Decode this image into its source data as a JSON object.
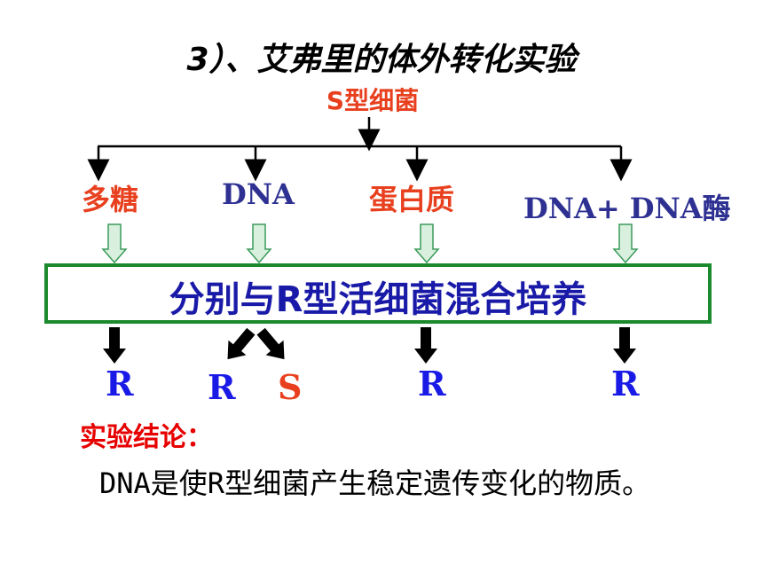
{
  "title": "3）、艾弗里的体外转化实验",
  "source": "S型细菌",
  "components": [
    {
      "label": "多糖",
      "color": "#e8401e"
    },
    {
      "label": "DNA",
      "color": "#2e3192"
    },
    {
      "label": "蛋白质",
      "color": "#e8401e"
    },
    {
      "label": "DNA+ DNA酶",
      "color": "#2e3192"
    }
  ],
  "process_box": {
    "label": "分别与R型活细菌混合培养",
    "border_color": "#1b8a2e",
    "text_color": "#1a1aa8"
  },
  "results": [
    "R",
    "R",
    "S",
    "R",
    "R"
  ],
  "conclusion": {
    "label": "实验结论：",
    "text": "DNA是使R型细菌产生稳定遗传变化的物质。"
  },
  "icons": {
    "down-arrow": "line-arrow",
    "hollow-arrow": "green-outline-arrow",
    "thick-arrow": "black-thick-arrow"
  }
}
